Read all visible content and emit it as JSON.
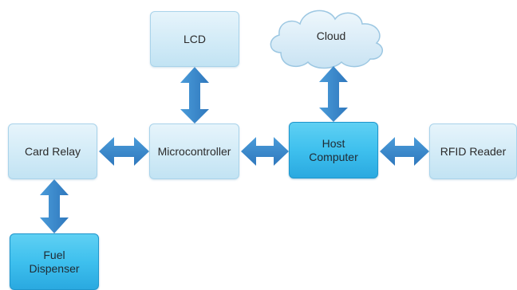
{
  "diagram": {
    "nodes": {
      "lcd": "LCD",
      "cloud": "Cloud",
      "card_relay": "Card Relay",
      "microcontroller": "Microcontroller",
      "host_computer": "Host\nComputer",
      "rfid_reader": "RFID Reader",
      "fuel_dispenser": "Fuel\nDispenser"
    },
    "colors": {
      "light_box": "#d2ebf7",
      "bright_box": "#3ec0ee",
      "arrow": "#3a86c8",
      "cloud_fill": "#d6eaf6",
      "cloud_stroke": "#9cc7e2"
    },
    "connections": [
      {
        "from": "lcd",
        "to": "microcontroller",
        "type": "bidirectional"
      },
      {
        "from": "card_relay",
        "to": "microcontroller",
        "type": "bidirectional"
      },
      {
        "from": "microcontroller",
        "to": "host_computer",
        "type": "bidirectional"
      },
      {
        "from": "host_computer",
        "to": "rfid_reader",
        "type": "bidirectional"
      },
      {
        "from": "cloud",
        "to": "host_computer",
        "type": "bidirectional"
      },
      {
        "from": "card_relay",
        "to": "fuel_dispenser",
        "type": "bidirectional"
      }
    ]
  }
}
